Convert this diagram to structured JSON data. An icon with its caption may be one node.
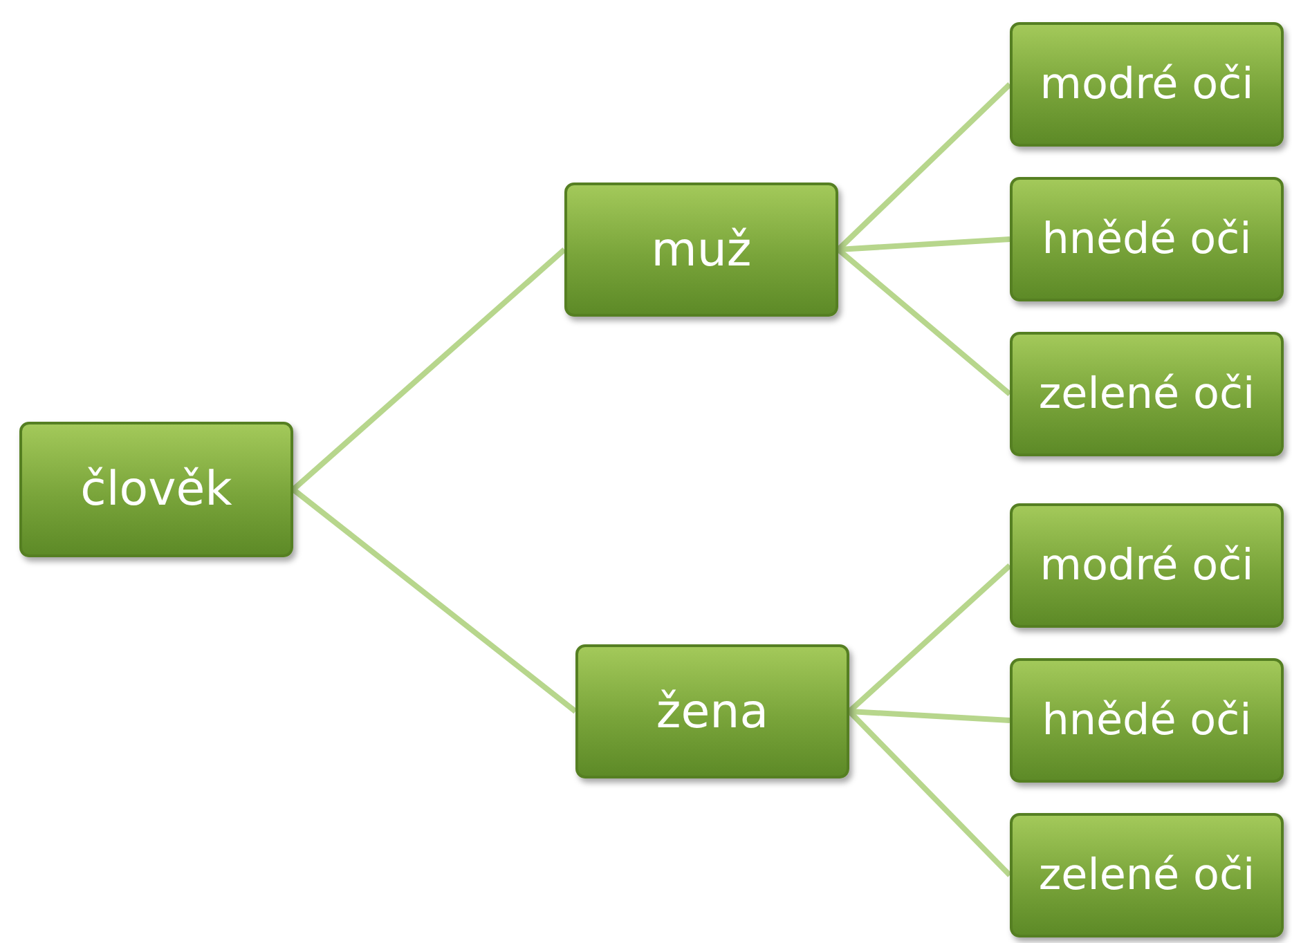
{
  "diagram": {
    "nodes": [
      {
        "text": [
          "člověk"
        ]
      },
      {
        "text": [
          "muž"
        ]
      },
      {
        "text": [
          "žena"
        ]
      },
      {
        "text": [
          "modré oči"
        ]
      },
      {
        "text": [
          "hnědé oči"
        ]
      },
      {
        "text": [
          "zelené oči"
        ]
      },
      {
        "text": [
          "modré oči"
        ]
      },
      {
        "text": [
          "hnědé oči"
        ]
      },
      {
        "text": [
          "zelené oči"
        ]
      }
    ],
    "edges": [
      {
        "from": 0,
        "to": 1,
        "arrow": "none"
      },
      {
        "from": 0,
        "to": 2,
        "arrow": "none"
      },
      {
        "from": 1,
        "to": 3,
        "arrow": "none"
      },
      {
        "from": 1,
        "to": 4,
        "arrow": "none"
      },
      {
        "from": 1,
        "to": 5,
        "arrow": "none"
      },
      {
        "from": 2,
        "to": 6,
        "arrow": "none"
      },
      {
        "from": 2,
        "to": 7,
        "arrow": "none"
      },
      {
        "from": 2,
        "to": 8,
        "arrow": "none"
      }
    ]
  }
}
